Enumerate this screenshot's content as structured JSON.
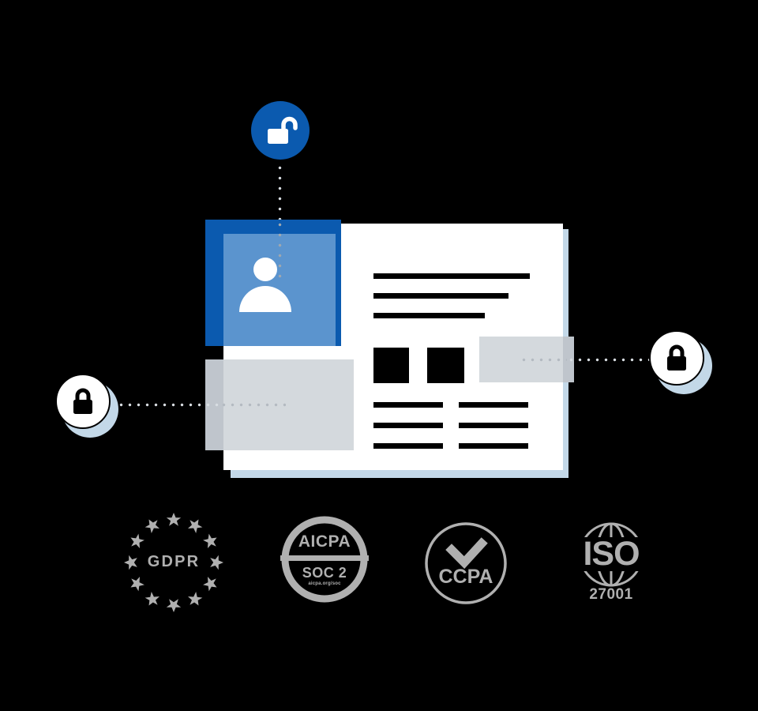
{
  "illustration": {
    "title": "Secure customer data record with compliance certifications",
    "colors": {
      "primary_blue": "#0b5aaf",
      "avatar_blue": "#5b94ce",
      "card_shadow_blue": "#c3d8e8",
      "redaction_grey": "#d4d9dd",
      "badge_grey": "#b0b0b0",
      "background": "#000000",
      "card_white": "#ffffff"
    }
  },
  "card": {
    "avatar": {
      "icon": "user-avatar-icon",
      "label": "Profile photo placeholder"
    },
    "header_bars": [
      {
        "width": 198
      },
      {
        "width": 171
      },
      {
        "width": 141
      }
    ],
    "thumbnails": [
      {
        "label": "image-thumbnail-1"
      },
      {
        "label": "image-thumbnail-2"
      }
    ],
    "detail_bars_left": [
      {
        "width": 88
      },
      {
        "width": 88
      },
      {
        "width": 88
      }
    ],
    "detail_bars_right": [
      {
        "width": 88
      },
      {
        "width": 88
      },
      {
        "width": 88
      }
    ],
    "redactions": [
      {
        "name": "redacted-block-left",
        "dots": 6
      },
      {
        "name": "redacted-block-right",
        "dots": 5
      }
    ]
  },
  "locks": {
    "top": {
      "name": "unlocked-padlock-badge",
      "state": "unlocked",
      "icon": "unlock-icon",
      "style": "filled-blue"
    },
    "left": {
      "name": "locked-padlock-badge-left",
      "state": "locked",
      "icon": "lock-icon",
      "style": "outlined-white"
    },
    "right": {
      "name": "locked-padlock-badge-right",
      "state": "locked",
      "icon": "lock-icon",
      "style": "outlined-white"
    }
  },
  "badges": [
    {
      "id": "gdpr",
      "label": "GDPR",
      "sublabel": "",
      "shape": "eu-star-circle",
      "stars": 12
    },
    {
      "id": "aicpa-soc2",
      "label": "AICPA",
      "sublabel": "SOC 2",
      "fineprint": "aicpa.org/soc",
      "shape": "seal-circle"
    },
    {
      "id": "ccpa",
      "label": "CCPA",
      "sublabel": "",
      "shape": "check-circle",
      "icon": "checkmark-icon"
    },
    {
      "id": "iso",
      "label": "ISO",
      "sublabel": "27001",
      "shape": "globe"
    }
  ]
}
